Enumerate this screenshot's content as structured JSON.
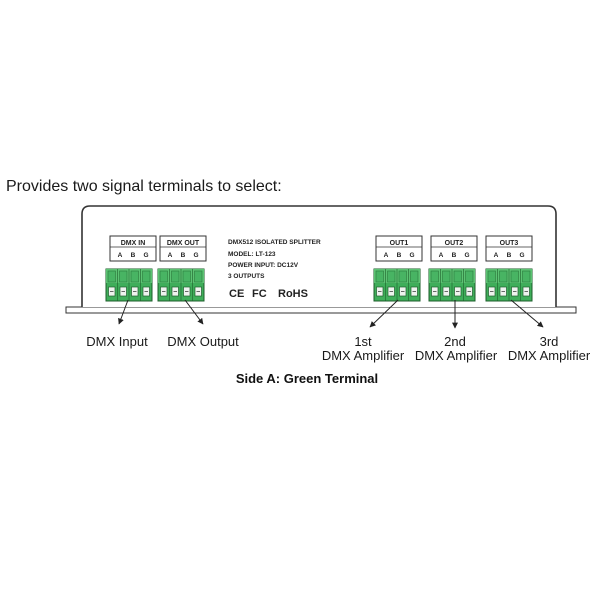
{
  "intro": "Provides two signal terminals to select:",
  "device": {
    "in_header": "DMX IN",
    "out_header": "DMX OUT",
    "pins": [
      "A",
      "B",
      "G"
    ],
    "info": [
      "DMX512 ISOLATED SPLITTER",
      "MODEL: LT-123",
      "POWER INPUT: DC12V",
      "3 OUTPUTS"
    ],
    "marks": {
      "ce": "CE",
      "fc": "FC",
      "rohs": "RoHS"
    },
    "outputs": [
      "OUT1",
      "OUT2",
      "OUT3"
    ],
    "terminal_color": "#3fae5a"
  },
  "labels": {
    "dmx_input": "DMX Input",
    "dmx_output": "DMX Output",
    "amp1_line1": "1st",
    "amp1_line2": "DMX Amplifier",
    "amp2_line1": "2nd",
    "amp2_line2": "DMX Amplifier",
    "amp3_line1": "3rd",
    "amp3_line2": "DMX Amplifier"
  },
  "caption": "Side A: Green Terminal"
}
